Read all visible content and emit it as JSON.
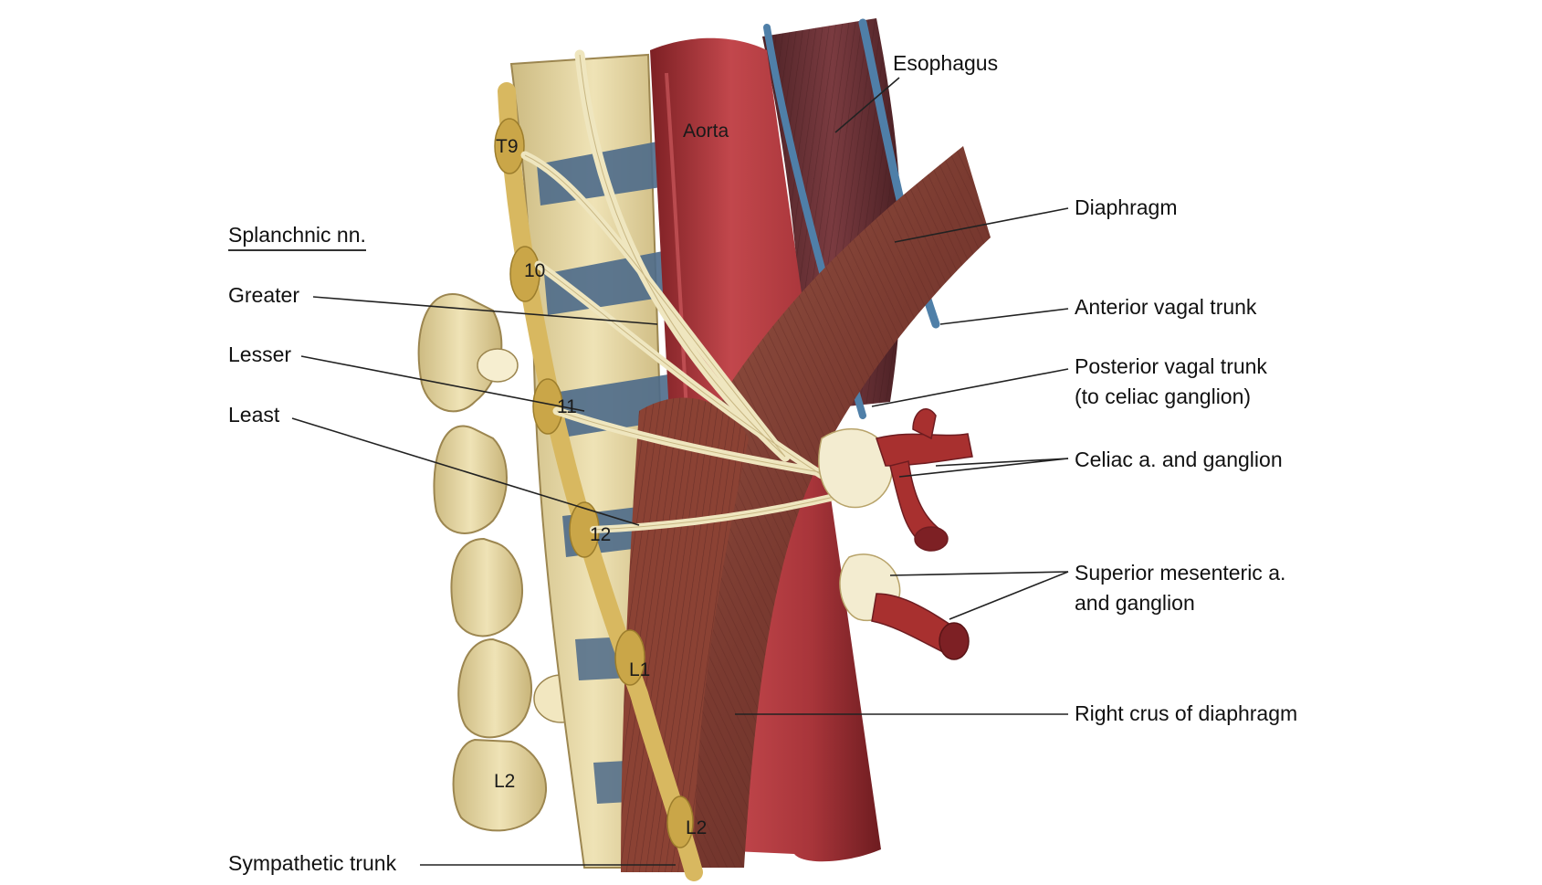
{
  "labels": {
    "esophagus": "Esophagus",
    "aorta": "Aorta",
    "diaphragm": "Diaphragm",
    "splanchnic_heading": "Splanchnic nn.",
    "greater": "Greater",
    "lesser": "Lesser",
    "least": "Least",
    "anterior_vagal": "Anterior vagal trunk",
    "posterior_vagal_1": "Posterior vagal trunk",
    "posterior_vagal_2": "(to celiac ganglion)",
    "celiac": "Celiac a. and ganglion",
    "sup_mes_1": "Superior mesenteric a.",
    "sup_mes_2": "and ganglion",
    "right_crus": "Right crus of diaphragm",
    "sympathetic_trunk": "Sympathetic trunk"
  },
  "vertebra_labels": {
    "t9": "T9",
    "t10": "10",
    "t11": "11",
    "t12": "12",
    "l1": "L1",
    "l2_body": "L2",
    "l2_trunk": "L2"
  },
  "colors": {
    "bone": "#e6d8a6",
    "bone_shadow": "#b8a36a",
    "nerve": "#efe6bf",
    "ganglion": "#d8b860",
    "aorta": "#b13a3f",
    "aorta_dark": "#7d2024",
    "esophagus": "#6e3438",
    "muscle": "#8a4a3c",
    "vagal": "#4f7fa8",
    "disc": "#4c6a8a"
  }
}
